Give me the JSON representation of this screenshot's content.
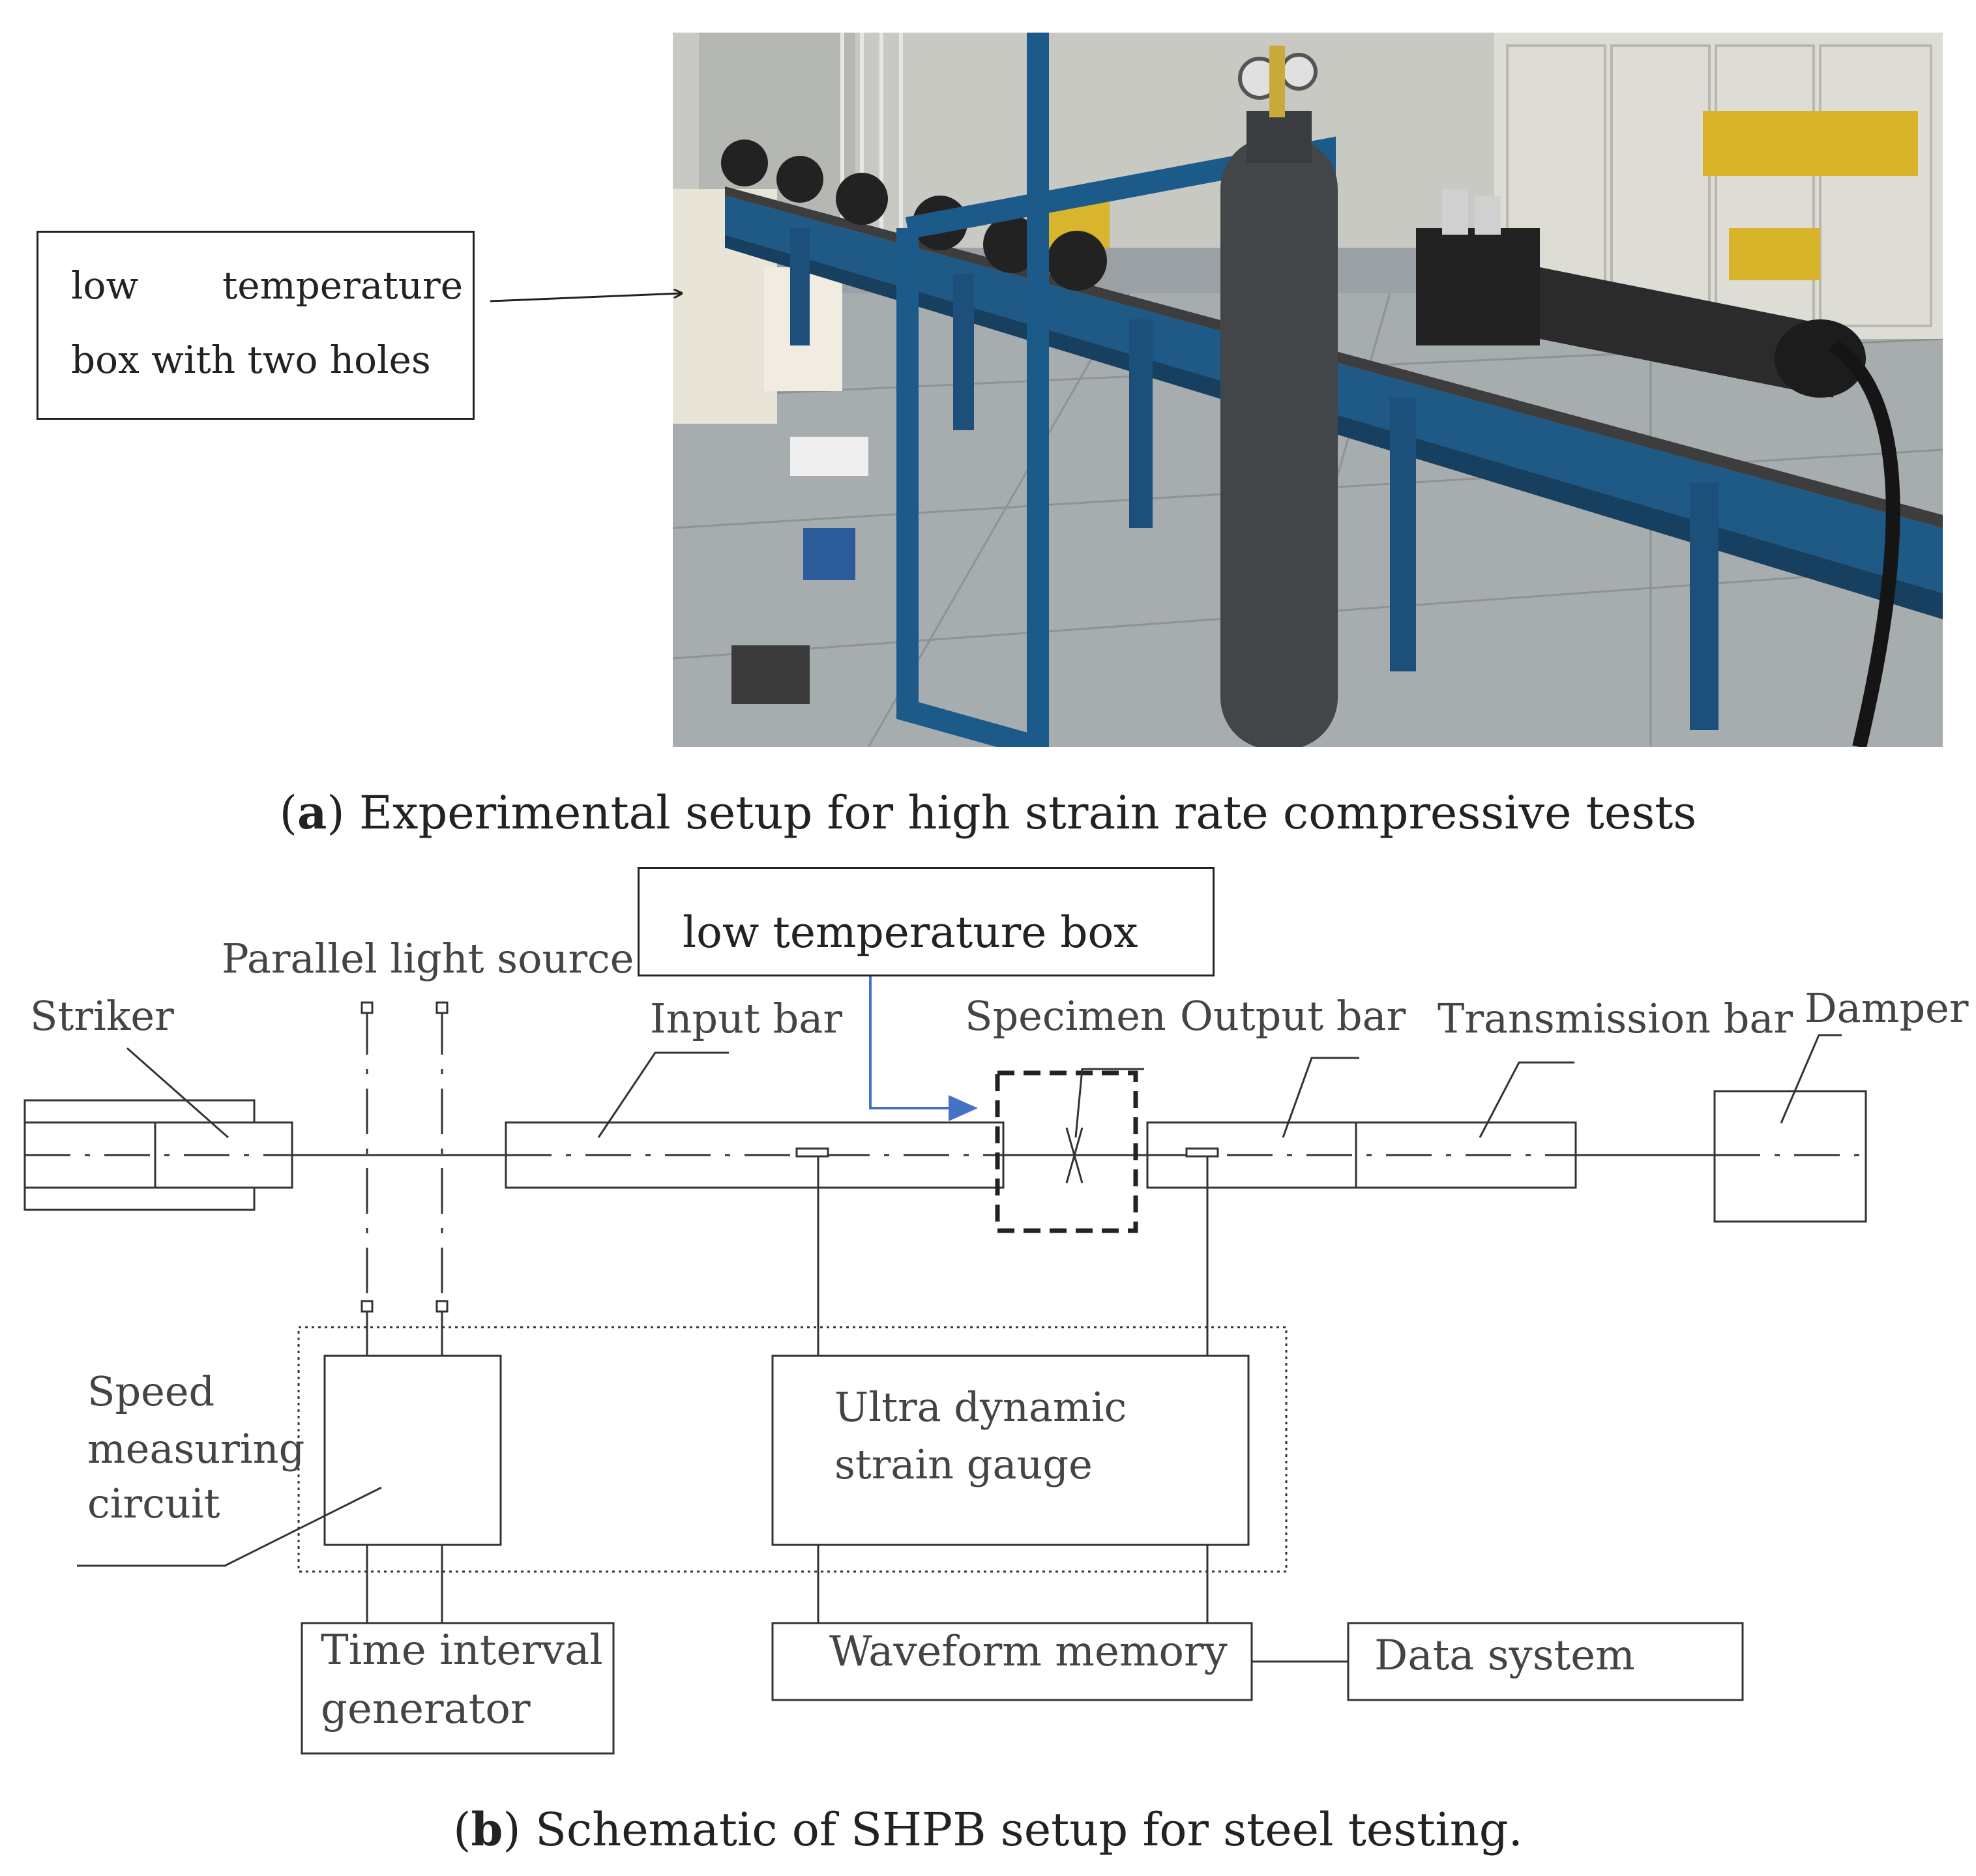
{
  "panel_a": {
    "callout_line1_left": "low",
    "callout_line1_right": "temperature",
    "callout_line2": "box with two holes",
    "caption_letter": "a",
    "caption_text": "Experimental setup for high strain rate compressive tests"
  },
  "panel_b": {
    "low_temp_box": "low temperature box",
    "parallel_light_source": "Parallel light source",
    "striker": "Striker",
    "input_bar": "Input bar",
    "specimen": "Specimen",
    "output_bar": "Output bar",
    "transmission_bar": "Transmission bar",
    "damper": "Damper",
    "speed_line1": "Speed",
    "speed_line2": "measuring",
    "speed_line3": "circuit",
    "gauge_line1": "Ultra dynamic",
    "gauge_line2": "strain gauge",
    "timegen_line1": "Time interval",
    "timegen_line2": "generator",
    "waveform_memory": "Waveform memory",
    "data_system": "Data system",
    "caption_letter": "b",
    "caption_text": "Schematic of SHPB setup for steel testing."
  },
  "colors": {
    "arrow_blue": "#4472c4",
    "rail_blue": "#1f5a86",
    "line": "#222222"
  }
}
